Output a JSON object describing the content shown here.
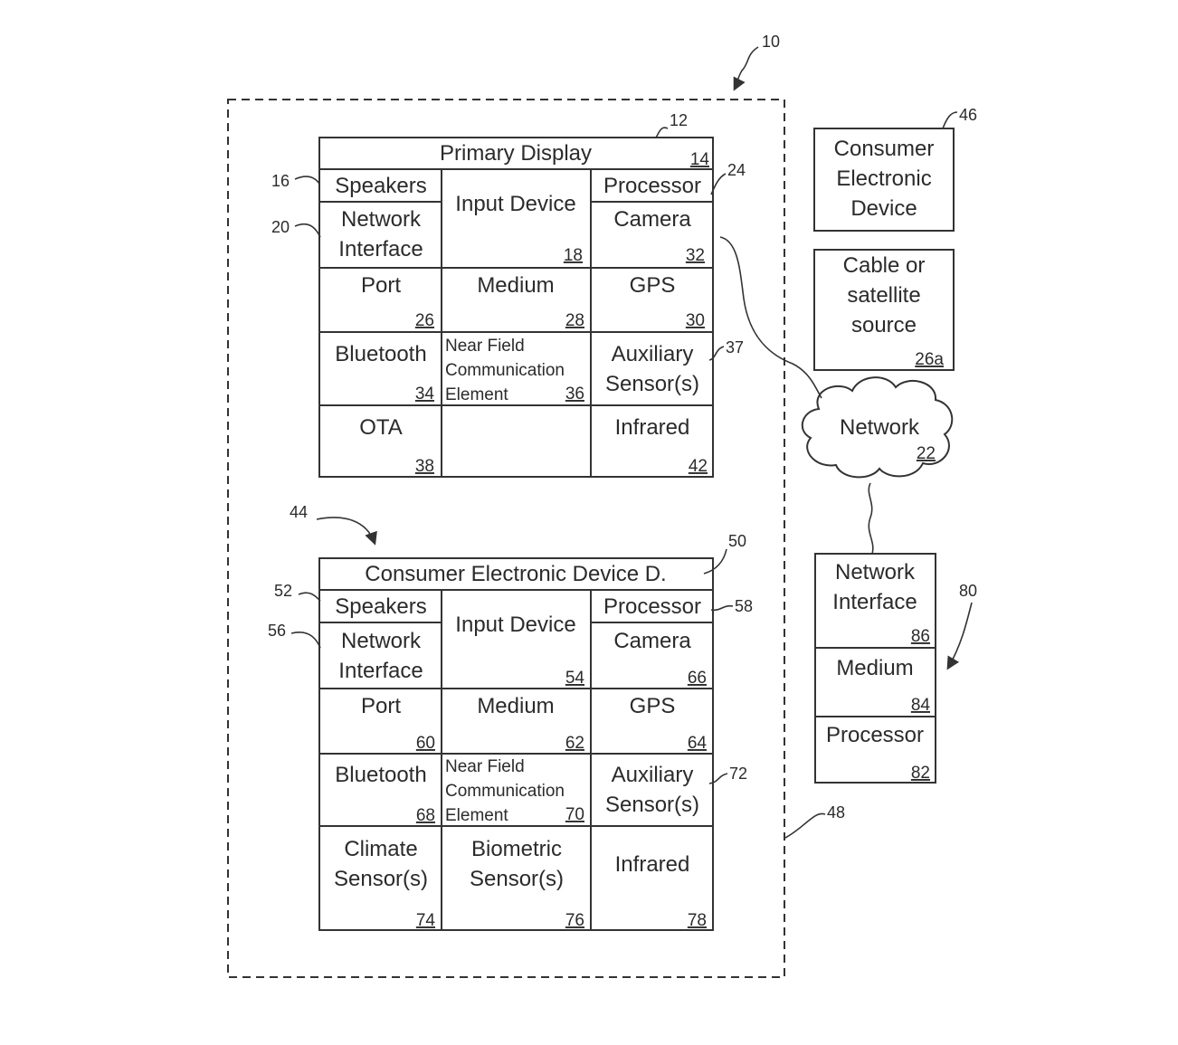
{
  "callouts": {
    "system": "10",
    "device_a": "12",
    "speakers_a": "16",
    "network_interface_a": "20",
    "processor_a": "24",
    "aux_a": "37",
    "device_d_group": "44",
    "ced_46": "46",
    "dashed_boundary": "48",
    "device_d_display": "50",
    "speakers_d": "52",
    "network_interface_d": "56",
    "processor_d": "58",
    "aux_d": "72",
    "server": "80"
  },
  "device_a": {
    "display_label": "Primary Display",
    "display_ref": "14",
    "speakers": "Speakers",
    "input_device": "Input Device",
    "input_ref": "18",
    "processor": "Processor",
    "network_interface_line1": "Network",
    "network_interface_line2": "Interface",
    "camera": "Camera",
    "camera_ref": "32",
    "port": "Port",
    "port_ref": "26",
    "medium": "Medium",
    "medium_ref": "28",
    "gps": "GPS",
    "gps_ref": "30",
    "bluetooth": "Bluetooth",
    "bluetooth_ref": "34",
    "nfc_line1": "Near Field",
    "nfc_line2": "Communication",
    "nfc_line3": "Element",
    "nfc_ref": "36",
    "aux_line1": "Auxiliary",
    "aux_line2": "Sensor(s)",
    "ota": "OTA",
    "ota_ref": "38",
    "infrared": "Infrared",
    "infrared_ref": "42"
  },
  "device_d": {
    "display_label": "Consumer Electronic Device D.",
    "speakers": "Speakers",
    "input_device": "Input Device",
    "input_ref": "54",
    "processor": "Processor",
    "network_interface_line1": "Network",
    "network_interface_line2": "Interface",
    "camera": "Camera",
    "camera_ref": "66",
    "port": "Port",
    "port_ref": "60",
    "medium": "Medium",
    "medium_ref": "62",
    "gps": "GPS",
    "gps_ref": "64",
    "bluetooth": "Bluetooth",
    "bluetooth_ref": "68",
    "nfc_line1": "Near Field",
    "nfc_line2": "Communication",
    "nfc_line3": "Element",
    "nfc_ref": "70",
    "aux_line1": "Auxiliary",
    "aux_line2": "Sensor(s)",
    "climate_line1": "Climate",
    "climate_line2": "Sensor(s)",
    "climate_ref": "74",
    "biometric_line1": "Biometric",
    "biometric_line2": "Sensor(s)",
    "biometric_ref": "76",
    "infrared": "Infrared",
    "infrared_ref": "78"
  },
  "ced_box": {
    "line1": "Consumer",
    "line2": "Electronic",
    "line3": "Device"
  },
  "cable_box": {
    "line1": "Cable or",
    "line2": "satellite",
    "line3": "source",
    "ref": "26a"
  },
  "network": {
    "label": "Network",
    "ref": "22"
  },
  "server": {
    "network_interface_line1": "Network",
    "network_interface_line2": "Interface",
    "network_interface_ref": "86",
    "medium": "Medium",
    "medium_ref": "84",
    "processor": "Processor",
    "processor_ref": "82"
  }
}
